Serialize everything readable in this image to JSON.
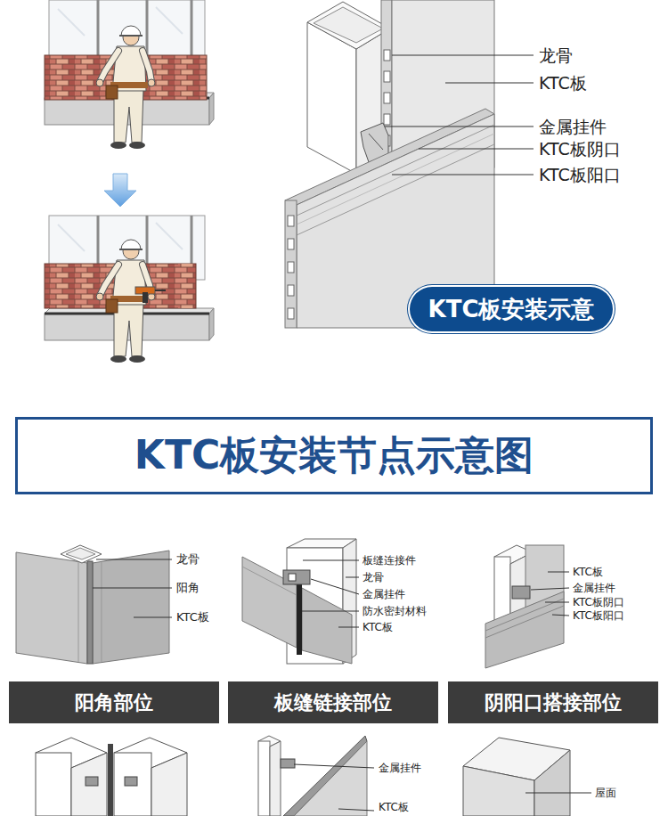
{
  "diagram": {
    "title": "KTC板安装节点示意图",
    "nodes": [
      {
        "text": [
          "KTC板安装示意"
        ]
      },
      {
        "text": [
          "阳角部位"
        ]
      },
      {
        "text": [
          "板缝链接部位"
        ]
      },
      {
        "text": [
          "阴阳口搭接部位"
        ]
      }
    ],
    "labels": [
      "龙骨",
      "KTC板",
      "金属挂件",
      "KTC板阴口",
      "KTC板阳口",
      "龙骨",
      "阳角",
      "KTC板",
      "板缝连接件",
      "龙骨",
      "金属挂件",
      "防水密封材料",
      "KTC板",
      "KTC板",
      "金属挂件",
      "KTC板阴口",
      "KTC板阳口",
      "金属挂件",
      "KTC板",
      "屋面"
    ]
  }
}
